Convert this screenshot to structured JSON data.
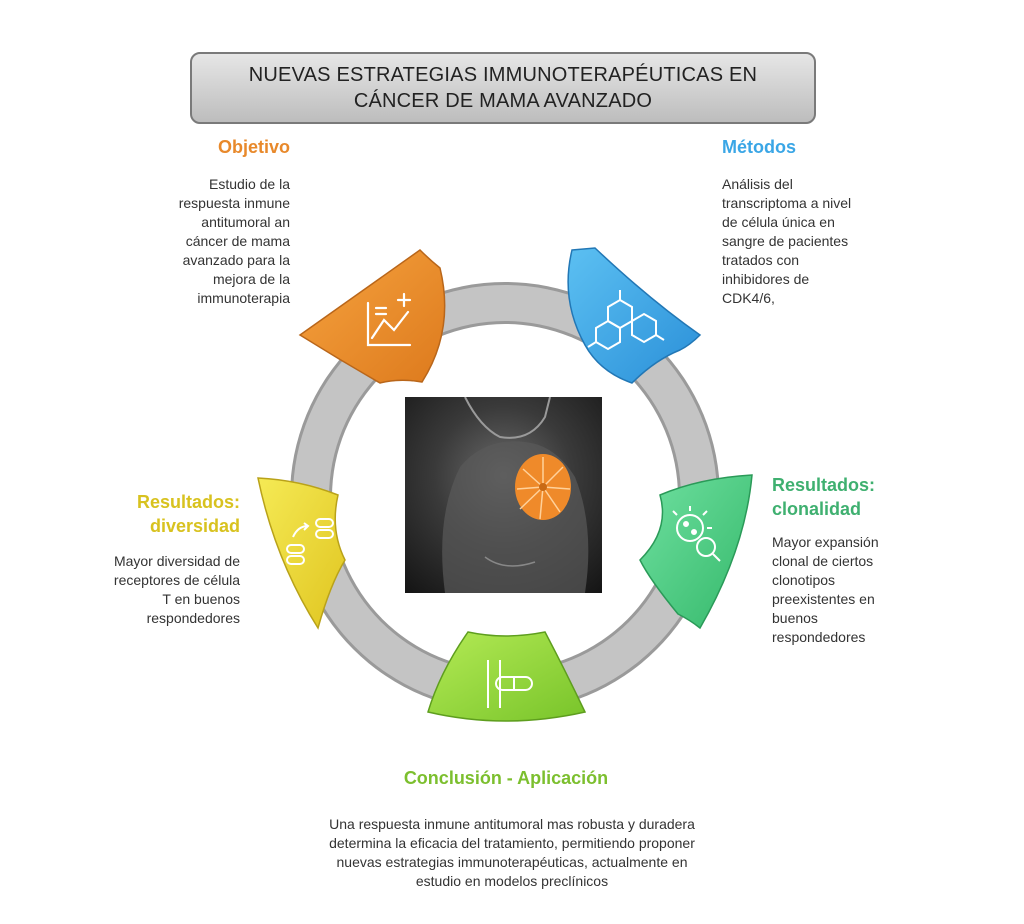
{
  "title": "NUEVAS ESTRATEGIAS IMMUNOTERAPÉUTICAS EN CÁNCER DE MAMA AVANZADO",
  "colors": {
    "orange": "#e8892b",
    "blue": "#3aa6e6",
    "green": "#3fc47a",
    "lime": "#8ed13a",
    "yellow": "#e6d12e",
    "ring_gray": "#bdbdbd"
  },
  "sections": {
    "objetivo": {
      "heading": "Objetivo",
      "text": "Estudio de la\nrespuesta inmune\nantitumoral an\ncáncer de mama\navanzado para la\nmejora de la\nimmunoterapia",
      "icon": "chart-plus-icon"
    },
    "metodos": {
      "heading": "Métodos",
      "text": "Análisis del\ntranscriptoma a nivel\nde célula única en\nsangre de pacientes\ntratados con\ninhibidores de\nCDK4/6,",
      "icon": "molecule-icon"
    },
    "clonalidad": {
      "heading_line1": "Resultados:",
      "heading_line2": "clonalidad",
      "text": "Mayor expansión\nclonal de ciertos\nclonotipos\npreexistentes en\nbuenos\nrespondedores",
      "icon": "cell-magnifier-icon"
    },
    "diversidad": {
      "heading_line1": "Resultados:",
      "heading_line2": "diversidad",
      "text": "Mayor diversidad de\nreceptores de célula\nT en buenos\nrespondedores",
      "icon": "swap-stacks-icon"
    },
    "conclusion": {
      "heading": "Conclusión - Aplicación",
      "text": "Una respuesta inmune antitumoral mas robusta y duradera\ndetermina la eficacia del tratamiento, permitiendo proponer\nnuevas estrategias immunoterapéuticas, actualmente en\nestudio en modelos preclínicos",
      "icon": "vessel-capsule-icon"
    }
  },
  "center_image": "breast-anatomy-illustration"
}
